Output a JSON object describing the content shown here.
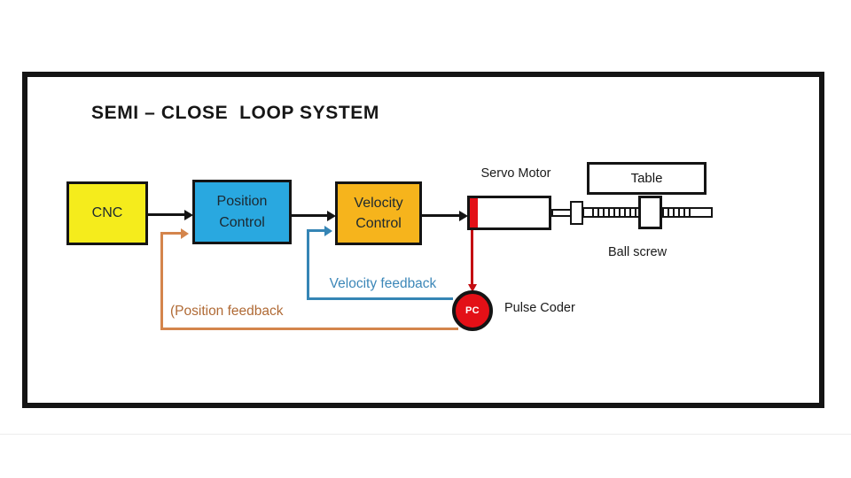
{
  "title": "SEMI – CLOSE  LOOP SYSTEM",
  "blocks": {
    "cnc": {
      "label": "CNC"
    },
    "position": {
      "line1": "Position",
      "line2": "Control"
    },
    "velocity": {
      "line1": "Velocity",
      "line2": "Control"
    }
  },
  "machine": {
    "servo_motor_label": "Servo Motor",
    "table_label": "Table",
    "ball_screw_label": "Ball screw",
    "pulse_coder_abbr": "PC",
    "pulse_coder_label": "Pulse Coder"
  },
  "feedback": {
    "velocity_label": "Velocity feedback",
    "position_label": "(Position feedback"
  },
  "colors": {
    "cnc_fill": "#F5EC1C",
    "position_fill": "#29A8E0",
    "velocity_fill": "#F6B41C",
    "red": "#E31017",
    "red_line": "#C40D12",
    "blue_line": "#3585B5",
    "blue_text": "#3C87B8",
    "orange_line": "#D4854C",
    "orange_text": "#B06A35"
  }
}
